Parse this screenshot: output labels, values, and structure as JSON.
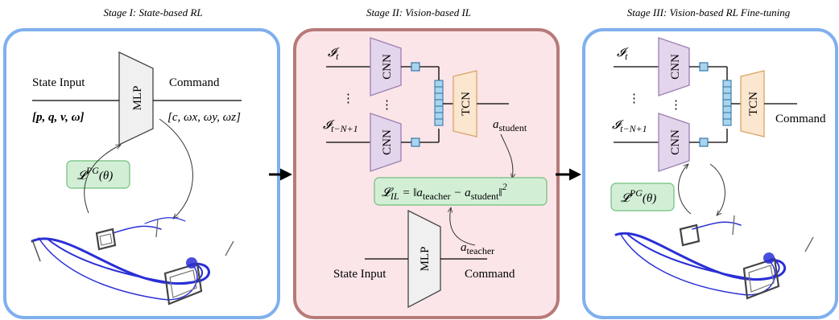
{
  "stages": {
    "s1_title": "Stage I: State-based RL",
    "s2_title": "Stage II: Vision-based IL",
    "s3_title": "Stage III: Vision-based RL Fine-tuning"
  },
  "blocks": {
    "mlp": "MLP",
    "cnn": "CNN",
    "tcn": "TCN"
  },
  "labels": {
    "state_input": "State Input",
    "command": "Command",
    "state_vector": "[p, q, v, ω]",
    "command_vector": "[c, ωx, ωy, ωz]",
    "dots": "⋮",
    "img_t": "𝓘",
    "img_t_sub": "t",
    "img_tn_sub": "t−N+1",
    "a_student": "a",
    "a_student_sub": "student",
    "a_teacher": "a",
    "a_teacher_sub": "teacher"
  },
  "losses": {
    "pg": "𝓛",
    "pg_sup": "PG",
    "pg_arg": "(θ)",
    "il_lhs": "𝓛",
    "il_sub": "IL",
    "il_rhs": " = ‖a",
    "il_t": "teacher",
    "il_minus": " − a",
    "il_s": "student",
    "il_end": "‖",
    "il_sq": "2"
  },
  "colors": {
    "blue_frame": "#7fb0ee",
    "red_frame": "#b77a78",
    "pink_fill": "#fbe5e8",
    "cnn_fill": "#e3d5ec",
    "cnn_stroke": "#9b7fb3",
    "tcn_fill": "#fbe6cf",
    "tcn_stroke": "#d9a566",
    "mlp_fill": "#f0f0f0",
    "feat_fill": "#a8d4ef",
    "feat_stroke": "#2b6f9e",
    "loss_fill": "#d2efd6",
    "loss_stroke": "#6fbf7c"
  }
}
